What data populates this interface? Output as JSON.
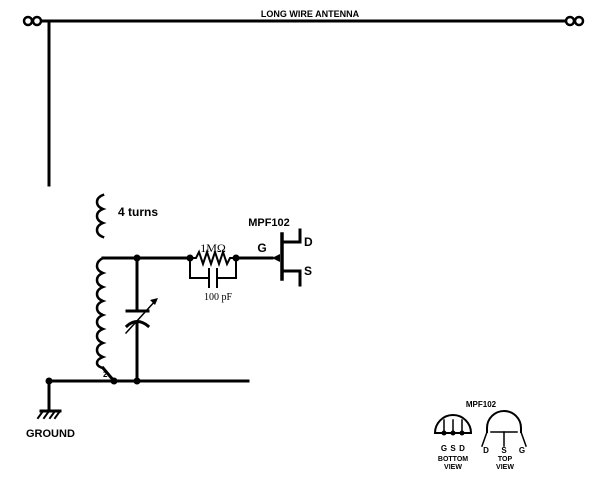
{
  "antenna": {
    "label": "LONG WIRE ANTENNA"
  },
  "coupling_coil": {
    "label": "4 turns"
  },
  "tank_coil": {
    "tap_label": "2"
  },
  "gate_resistor": {
    "label": "1MΩ"
  },
  "gate_capacitor": {
    "label": "100 pF"
  },
  "transistor": {
    "part_label": "MPF102",
    "gate_label": "G",
    "drain_label": "D",
    "source_label": "S"
  },
  "ground": {
    "label": "GROUND"
  },
  "pinout": {
    "title": "MPF102",
    "bottom_pins": [
      "G",
      "S",
      "D"
    ],
    "bottom_caption_line1": "BOTTOM",
    "bottom_caption_line2": "VIEW",
    "top_pins": [
      "D",
      "S",
      "G"
    ],
    "top_caption_line1": "TOP",
    "top_caption_line2": "VIEW"
  }
}
